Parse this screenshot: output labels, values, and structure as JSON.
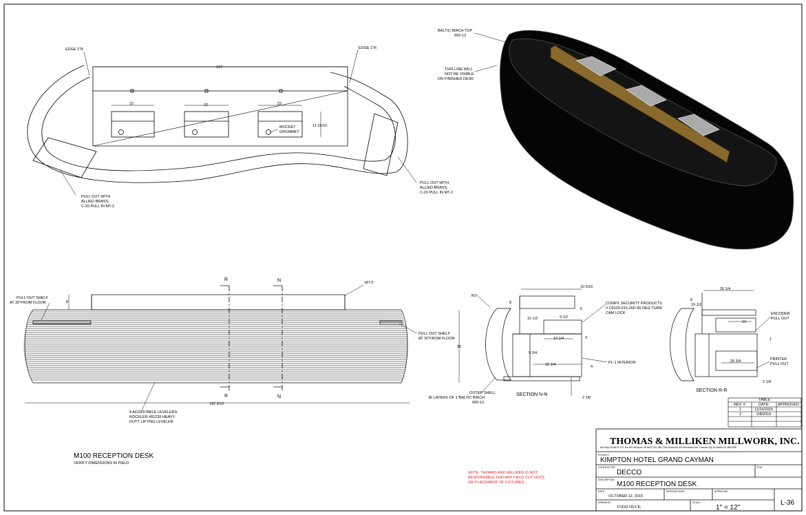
{
  "plan_view": {
    "edge_left": "EDGE 1\"R",
    "edge_right": "EDGE 1\"R",
    "dim_overall": "127",
    "dim_drawer1": "22",
    "dim_drawer2": "22",
    "dim_drawer3": "22",
    "dim_height": "11 15/16",
    "grommet_1": "MOCKET",
    "grommet_2": "GROMMET",
    "pullout_left_1": "PULL OUT WITH",
    "pullout_left_2": "ALLIED BRASS,",
    "pullout_left_3": "C-20 PULL IN MT-2",
    "pullout_right_1": "PULL OUT WITH",
    "pullout_right_2": "ALLIED BRASS,",
    "pullout_right_3": "C-20 PULL IN MT-2"
  },
  "iso_view": {
    "top_note_1": "BALTIC BIRCH TOP",
    "top_note_2": "WD-13",
    "line_note_1": "THIS LINE WILL",
    "line_note_2": "NOT BE VISIBLE",
    "line_note_3": "ON FINISHED DESK"
  },
  "elevation": {
    "cut_r_top": "R",
    "cut_n_top": "N",
    "cut_r_bottom": "R",
    "cut_n_bottom": "N",
    "mt2": "MT-2",
    "shelf_left_1": "PULL OUT SHELF",
    "shelf_left_2": "AT 30\"FROM FLOOR",
    "shelf_right_1": "PULL OUT SHELF",
    "shelf_right_2": "AT 30\"FROM FLOOR",
    "dim_8": "8",
    "dim_36": "36",
    "dim_overall": "192 9/16",
    "levelers_1": "8 ADJUSTABLE LEVELERS",
    "levelers_2": "ROCKLER #81239 HEAVY",
    "levelers_3": "DUTY LIFTING LEVELER"
  },
  "section_nn": {
    "title": "SECTION N-N",
    "r2": "R2",
    "dim_8": "8",
    "dim_10_5_16": "10 5/16",
    "compx_1": "COMPX SECURITY PRODUCTS",
    "compx_2": "# C8109-915-26D  90 DEG TURN",
    "compx_3": "CAM LOCK",
    "dim_10_1_2": "10 1/2",
    "dim_9_1_2": "9 1/2",
    "dim_5": "5",
    "dim_3": "3",
    "dim_14_1_4": "14 1/4",
    "dim_9_3_4": "9 3/4",
    "dim_22_1_4": "22 1/4",
    "pl1": "PL-1 INTERIOR",
    "dim_4": "4",
    "dim_2_1_8": "2 1/8",
    "shell_1": "OUTER SHELL",
    "shell_2": "36 LAYERS OF 1\"BALTIC BIRCH",
    "shell_3": "WD-13"
  },
  "section_rr": {
    "title": "SECTION R-R",
    "dim_26_1_4": "26 1/4",
    "dim_19_1_2": "19 1/2",
    "dim_8": "8",
    "encoder_1": "ENCODER",
    "encoder_2": "PULL OUT",
    "dim_12": "12",
    "dim_1": "1",
    "printer_1": "PRINTER",
    "printer_2": "PULL OUT",
    "dim_20_3_4": "20 3/4",
    "dim_2_1_8": "2 1/8"
  },
  "revision_table": {
    "title": "TABLE",
    "headers": [
      "REV. #",
      "DATE:",
      "APPROVED:"
    ],
    "rows": [
      [
        "1",
        "11/19/2015",
        ""
      ],
      [
        "2",
        "2/8/2016",
        ""
      ]
    ]
  },
  "title_block": {
    "company": "THOMAS & MILLIKEN MILLWORK, INC.",
    "address": "MH Shop 95 Mill St. P.O. box 567 Northport, MI 49670  231-386-7236     Showroom 901 Woodmere Ave. Traverse City, MI 49686  231-995-0030",
    "project_label": "PROJECT",
    "project": "KIMPTON HOTEL GRAND CAYMAN",
    "contractor_label": "CONTRACTOR",
    "contractor": "DECCO",
    "po_label": "PO#",
    "description_label": "DESCRIPTION",
    "description": "M100 RECEPTION DESK",
    "date_label": "DATE",
    "date": "OCTOBER 12, 2015",
    "revision_label": "REVISION DATE",
    "approved_label": "APPROVED",
    "drawn_label": "DRAWN BY",
    "drawn_by": "TODD HUCK",
    "scale_label": "SCALE",
    "scale": "1\" = 12\"",
    "sheet": "L-36"
  },
  "notes": {
    "desk_title": "M100 RECEPTION DESK",
    "verify": "VERIFY DIMENSIONS IN FIELD",
    "red_1": "NOTE: THOMAS AND MILLIKEN IS NOT",
    "red_2": "RESPONSIBLE FOR ANY FIELD CUT OUTS",
    "red_3": "OR PLACEMENT OF FIXTURES"
  }
}
